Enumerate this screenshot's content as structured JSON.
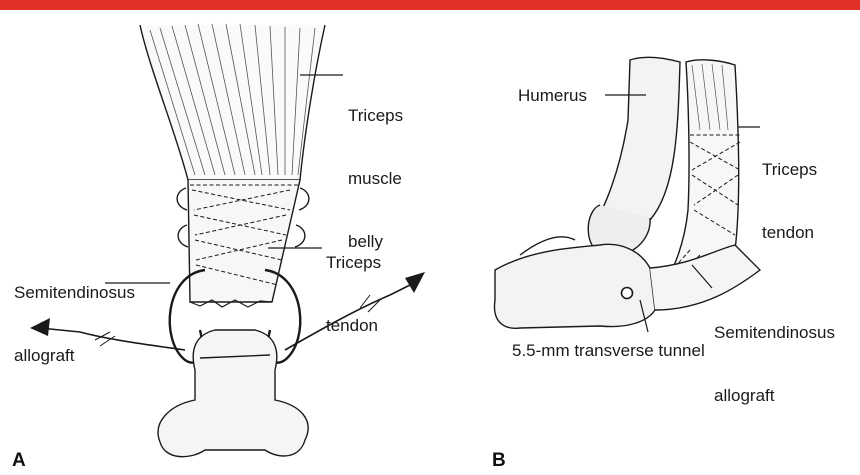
{
  "colors": {
    "top_bar": "#e2302b",
    "ink": "#1a1a1a",
    "bone_fill": "#f3f3f3"
  },
  "panels": {
    "a": {
      "letter": "A",
      "labels": {
        "triceps_muscle_belly": [
          "Triceps",
          "muscle",
          "belly"
        ],
        "triceps_tendon": [
          "Triceps",
          "tendon"
        ],
        "semitendinosus_allograft": [
          "Semitendinosus",
          "allograft"
        ]
      }
    },
    "b": {
      "letter": "B",
      "labels": {
        "humerus": "Humerus",
        "triceps_tendon": [
          "Triceps",
          "tendon"
        ],
        "semitendinosus_allograft": [
          "Semitendinosus",
          "allograft"
        ],
        "tunnel": "5.5-mm transverse tunnel"
      }
    }
  }
}
